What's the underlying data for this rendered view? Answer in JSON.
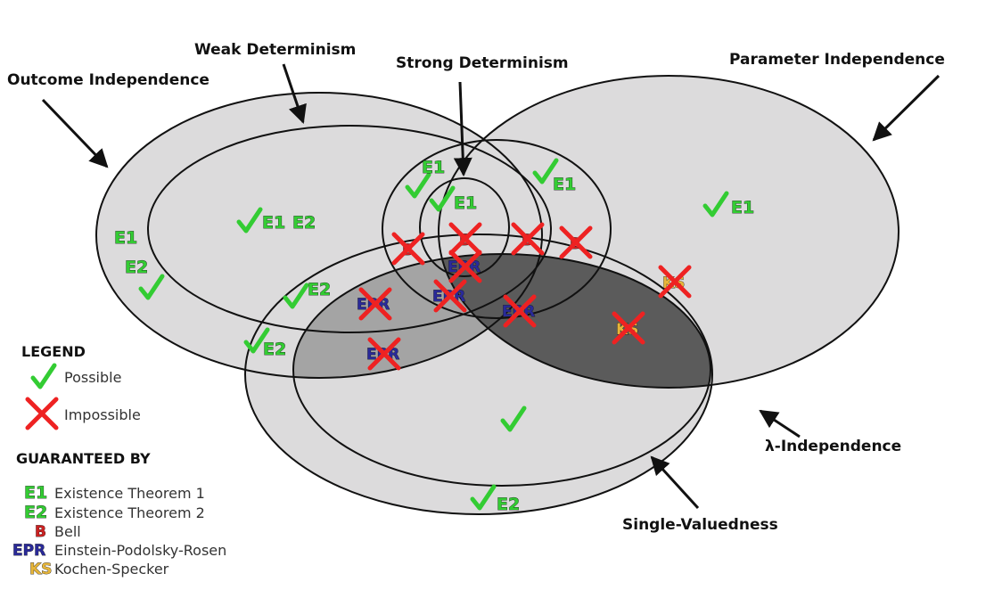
{
  "labels": {
    "outcome_independence": "Outcome Independence",
    "weak_determinism": "Weak Determinism",
    "strong_determinism": "Strong Determinism",
    "parameter_independence": "Parameter Independence",
    "lambda_independence": "λ-Independence",
    "single_valuedness": "Single-Valuedness"
  },
  "marks": {
    "E1": "E1",
    "E2": "E2",
    "B": "B",
    "EPR": "EPR",
    "KS": "KS"
  },
  "legend": {
    "title": "LEGEND",
    "possible": "Possible",
    "impossible": "Impossible",
    "guaranteed_title": "GUARANTEED BY",
    "items": [
      {
        "code": "E1",
        "text": "Existence Theorem 1"
      },
      {
        "code": "E2",
        "text": "Existence Theorem 2"
      },
      {
        "code": "B",
        "text": "Bell"
      },
      {
        "code": "EPR",
        "text": "Einstein-Podolsky-Rosen"
      },
      {
        "code": "KS",
        "text": "Kochen-Specker"
      }
    ]
  },
  "colors": {
    "region_light": "#dcdbdc",
    "region_mid": "#a4a4a4",
    "region_dark": "#5b5b5b",
    "check": "#33cc33",
    "cross": "#ee2222",
    "e_code": "#33cc33",
    "b_code": "#cc2222",
    "epr_code": "#2a2a99",
    "ks_code": "#e6b53a"
  }
}
